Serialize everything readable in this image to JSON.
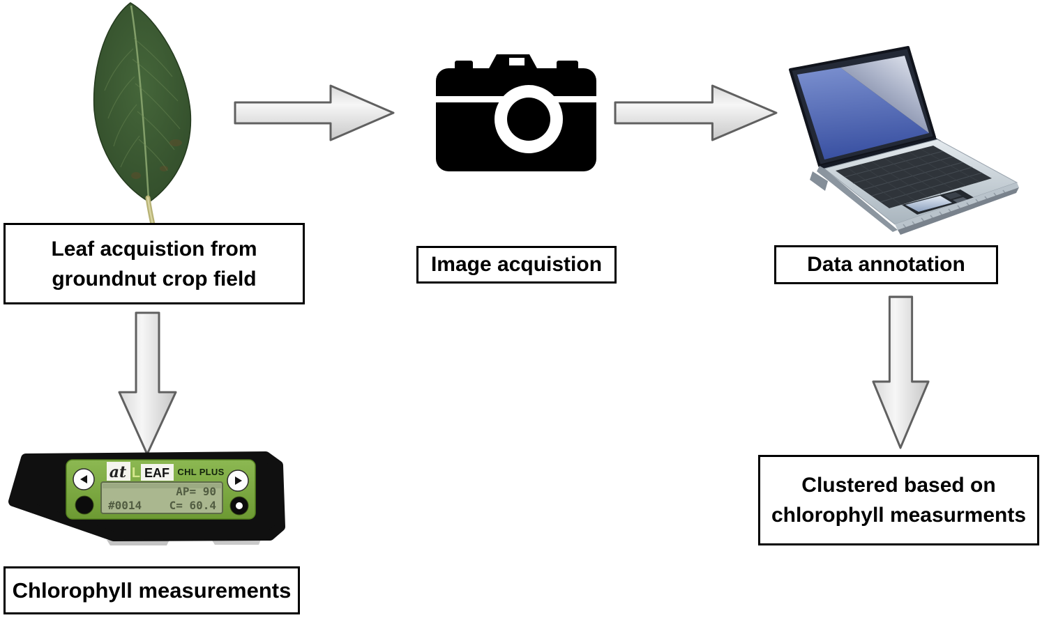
{
  "figure": {
    "background": "#ffffff"
  },
  "boxes": {
    "leaf_acquisition": {
      "line1": "Leaf acquistion from",
      "line2": "groundnut crop field"
    },
    "image_acquisition": {
      "label": "Image acquistion"
    },
    "data_annotation": {
      "label": "Data annotation"
    },
    "clustered": {
      "line1": "Clustered based on",
      "line2": "chlorophyll measurments"
    },
    "chlorophyll": {
      "label": "Chlorophyll measurements"
    }
  },
  "device": {
    "brand_at": "at",
    "brand_l": "L",
    "brand_eaf": "EAF",
    "model": "CHL PLUS",
    "lcd_reading_top": "AP= 90",
    "lcd_sample_id": "#0014",
    "lcd_reading_value": "C= 60.4"
  },
  "icons": {
    "leaf": "groundnut-leaf-photo",
    "camera": "camera-icon",
    "laptop": "laptop-image",
    "arrow_right_1": "arrow-right-icon",
    "arrow_right_2": "arrow-right-icon",
    "arrow_down_1": "arrow-down-icon",
    "arrow_down_2": "arrow-down-icon"
  },
  "colors": {
    "box_border": "#000000",
    "box_text": "#000000",
    "arrow_fill_light": "#f5f5f5",
    "arrow_fill_dark": "#cccccc",
    "arrow_stroke": "#606060",
    "camera_black": "#000000",
    "leaf_green": "#3a5530",
    "leaf_vein": "#8aa56f",
    "device_body": "#101010",
    "device_green": "#7fae44",
    "lcd_background": "#aab78f",
    "lcd_text": "#49543a",
    "laptop_screen_blue": "#4a67b8",
    "laptop_body_silver": "#c6d0d8"
  }
}
